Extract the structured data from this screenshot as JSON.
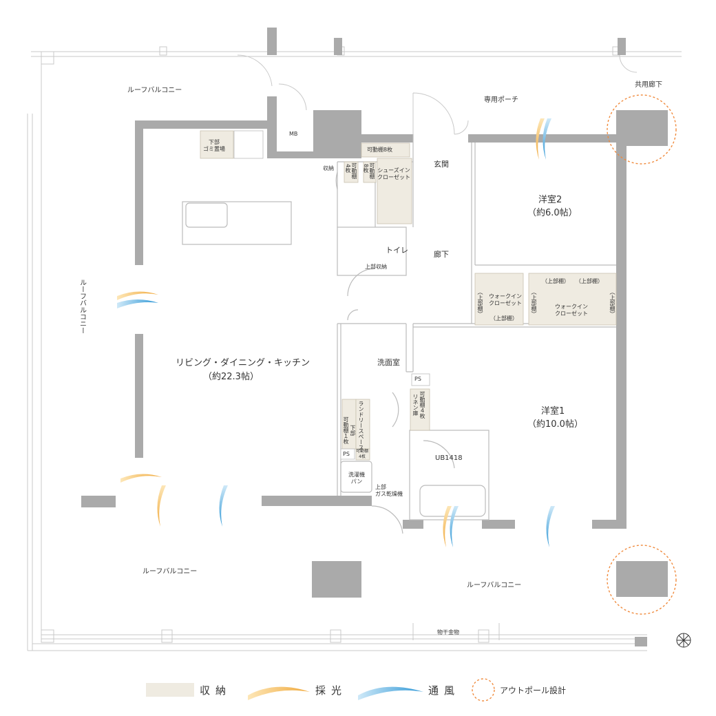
{
  "rooms": {
    "ldk": "リビング・ダイニング・キッチン",
    "ldk_size": "（約22.3帖）",
    "western2": "洋室2",
    "western2_size": "（約6.0帖）",
    "western1": "洋室1",
    "western1_size": "（約10.0帖）",
    "entrance": "玄関",
    "hallway": "廊下",
    "toilet": "トイレ",
    "washroom": "洗面室",
    "bath": "UB1418",
    "mb": "MB"
  },
  "balconies": {
    "top": "ルーフバルコニー",
    "left": "ルーフバルコニー",
    "bottom_left": "ルーフバルコニー",
    "bottom_right": "ルーフバルコニー",
    "porch": "専用ポーチ",
    "common_corridor": "共用廊下",
    "drying_hardware": "物干金物"
  },
  "fixtures": {
    "garbage": "下部\nゴミ置場",
    "shelf8": "可動棚8枚",
    "storage": "収納",
    "shelf4_a": "4枚",
    "shelf4_a_b": "可動棚",
    "shelf8_b": "8枚",
    "shelf8_b_b": "可動棚",
    "shoe_closet": "シューズイン\nクローゼット",
    "upper_storage": "上部収納",
    "wic1": "ウォークイン\nクローゼット",
    "wic2": "ウォークイン\nクローゼット",
    "upper_shelf": "（上部棚）",
    "ps": "PS",
    "linen": "可動棚４枚\nリネン庫",
    "laundry": "ランドリースペース",
    "lower_shelf": "下部\n可動棚１枚",
    "shelf_small": "可動棚\n4枚",
    "washer_pan": "洗濯機\nパン",
    "gas_dryer": "上部\nガス乾燥機"
  },
  "legend": {
    "storage": "収納",
    "light": "採光",
    "ventilation": "通風",
    "outpole": "アウトポール設計"
  },
  "colors": {
    "wall": "#aaaaaa",
    "storage": "#efebe1",
    "light": "#f2b44a",
    "ventilation": "#4aa8de",
    "outpole": "#f08a3c"
  }
}
